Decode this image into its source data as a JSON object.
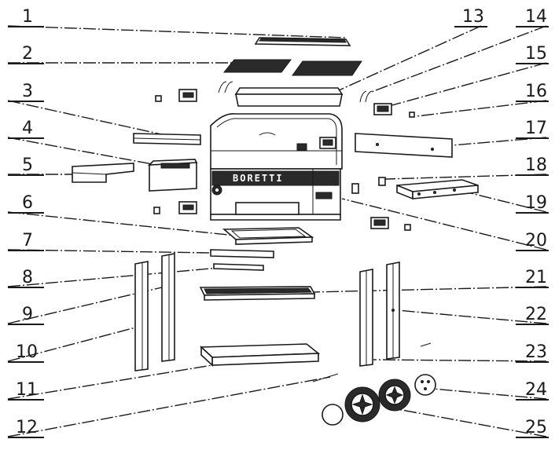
{
  "callouts": [
    "1",
    "2",
    "3",
    "4",
    "5",
    "6",
    "7",
    "8",
    "9",
    "10",
    "11",
    "12",
    "13",
    "14",
    "15",
    "16",
    "17",
    "18",
    "19",
    "20",
    "21",
    "22",
    "23",
    "24",
    "25"
  ],
  "brand_text": "BORETTI"
}
